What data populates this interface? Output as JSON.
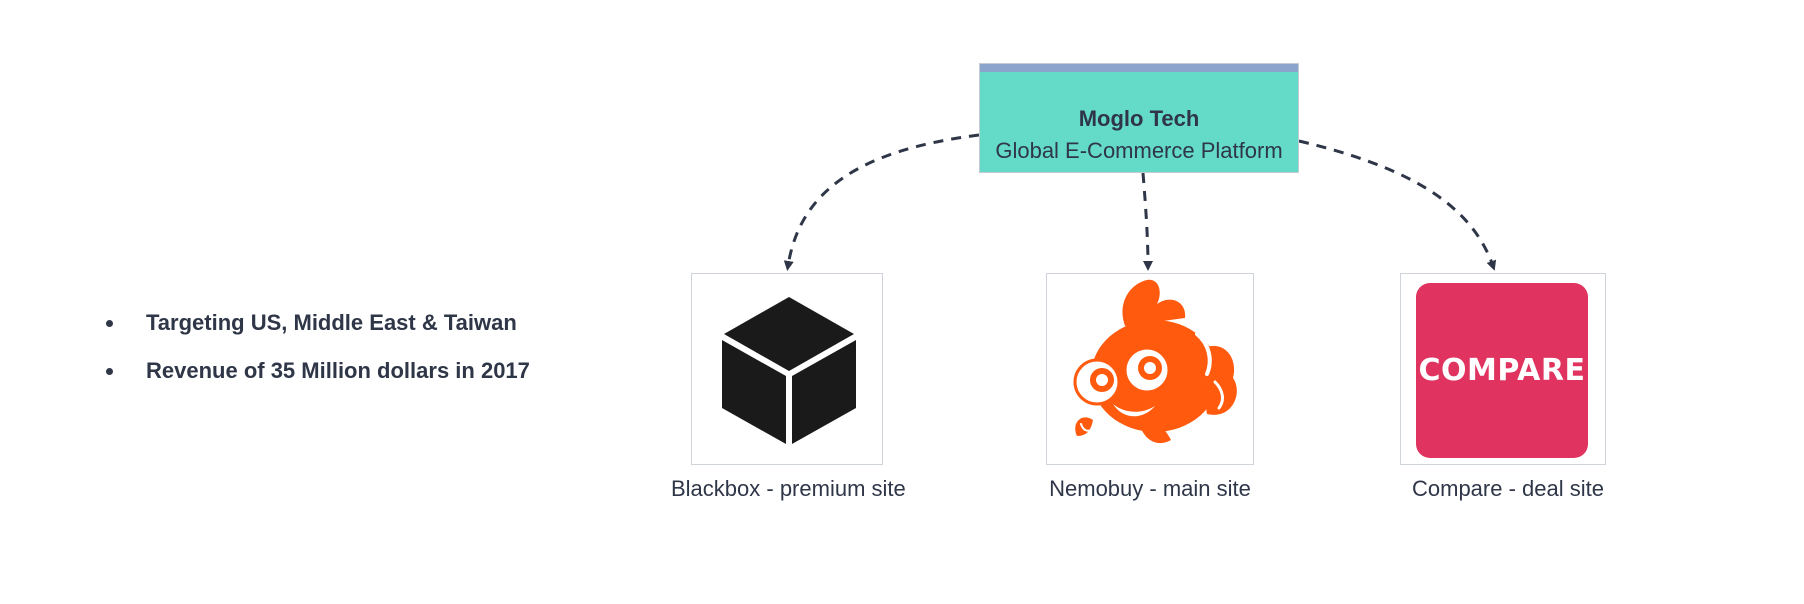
{
  "bullets": [
    "Targeting US, Middle East & Taiwan",
    "Revenue of 35 Million dollars in 2017"
  ],
  "root": {
    "title": "Moglo Tech",
    "subtitle": "Global E-Commerce Platform"
  },
  "children": [
    {
      "label": "Blackbox - premium site",
      "icon": "cube-icon"
    },
    {
      "label": "Nemobuy - main site",
      "icon": "clownfish-icon"
    },
    {
      "label": "Compare - deal site",
      "icon": "compare-logo",
      "logo_text": "COMPARE"
    }
  ],
  "colors": {
    "root_fill": "#64dbc8",
    "root_top_bar": "#8aa4cc",
    "text": "#2e3648",
    "connector": "#2e3648",
    "fish": "#ff5a0d",
    "compare": "#e03360",
    "cube": "#1a1a1a"
  }
}
